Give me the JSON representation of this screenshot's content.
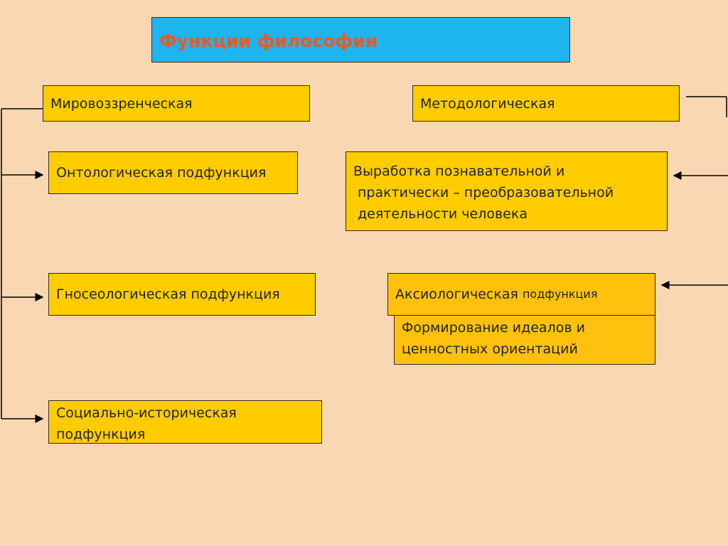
{
  "title": "Функции философии",
  "left": {
    "header": "Мировоззренческая",
    "items": [
      "Онтологическая подфункция",
      "Гносеологическая подфункция",
      [
        "Социально-историческая",
        "подфункция"
      ]
    ]
  },
  "right": {
    "header": "Методологическая",
    "methodology_text": [
      "Выработка познавательной и",
      "практически – преобразовательной",
      "деятельности человека"
    ],
    "axiology_main": "Аксиологическая",
    "axiology_suffix": "подфункция",
    "axiology_text": [
      "Формирование идеалов и",
      "ценностных ориентаций"
    ]
  },
  "colors": {
    "background": "#f9d7b2",
    "title_fill": "#1eb4ee",
    "title_text": "#e85a24",
    "box_fill": "#ffcc00",
    "box_fill_alt": "#ffc10e"
  }
}
